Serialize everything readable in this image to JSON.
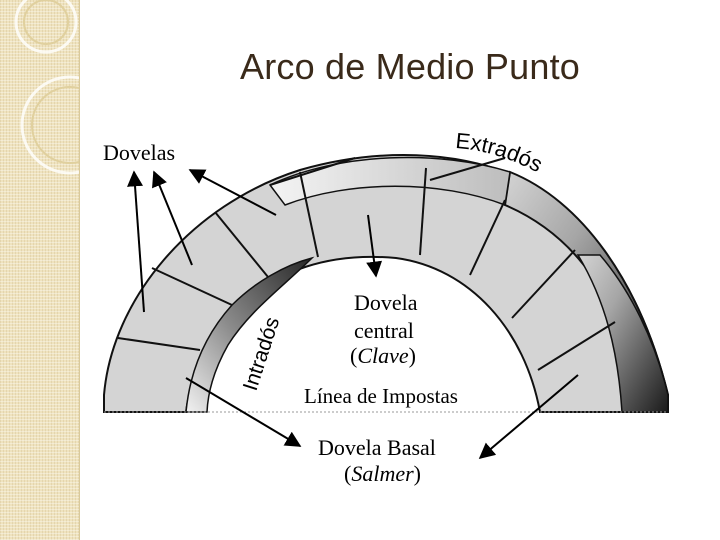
{
  "slide": {
    "title": "Arco de Medio Punto"
  },
  "diagram": {
    "labels": {
      "dovelas": "Dovelas",
      "extrados": "Extradós",
      "intrados": "Intradós",
      "dovela_central_line1": "Dovela",
      "dovela_central_line2": "central",
      "clave_open": "(",
      "clave": "Clave",
      "clave_close": ")",
      "linea_impostas": "Línea de Impostas",
      "dovela_basal": "Dovela Basal",
      "salmer_open": "(",
      "salmer": "Salmer",
      "salmer_close": ")"
    },
    "colors": {
      "stone_light": "#d4d4d4",
      "stone_mid": "#a8a8a8",
      "stone_dark": "#1e1e1e",
      "outline": "#111111",
      "title_text": "#3a2a1a",
      "sidebar_bg": "#efe3bf"
    }
  }
}
